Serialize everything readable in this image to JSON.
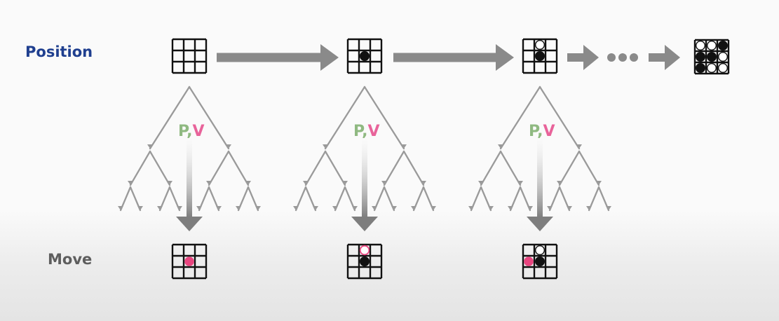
{
  "labels": {
    "position": "Position",
    "move": "Move",
    "policy": "P",
    "separator": ",",
    "value": "V",
    "ellipsis": "•••"
  },
  "colors": {
    "position_label": "#1f3f8f",
    "move_label": "#5e5e5e",
    "arrow": "#8a8a8a",
    "tree": "#9a9a9a",
    "policy": "#8fb981",
    "value": "#e8639a",
    "grid": "#111111",
    "black_stone": "#111111",
    "white_stone": "#ffffff",
    "move_stone": "#e8457f"
  },
  "positions": [
    {
      "stones": []
    },
    {
      "stones": [
        {
          "r": 1,
          "c": 1,
          "color": "black"
        }
      ]
    },
    {
      "stones": [
        {
          "r": 0,
          "c": 1,
          "color": "white"
        },
        {
          "r": 1,
          "c": 1,
          "color": "black"
        }
      ]
    }
  ],
  "final_position": {
    "stones": [
      {
        "r": 0,
        "c": 0,
        "color": "white"
      },
      {
        "r": 0,
        "c": 1,
        "color": "white"
      },
      {
        "r": 0,
        "c": 2,
        "color": "black"
      },
      {
        "r": 1,
        "c": 0,
        "color": "black"
      },
      {
        "r": 1,
        "c": 1,
        "color": "black"
      },
      {
        "r": 1,
        "c": 2,
        "color": "white"
      },
      {
        "r": 2,
        "c": 0,
        "color": "black"
      },
      {
        "r": 2,
        "c": 1,
        "color": "white"
      },
      {
        "r": 2,
        "c": 2,
        "color": "white"
      }
    ]
  },
  "moves": [
    {
      "stones": [],
      "move": {
        "r": 1,
        "c": 1,
        "style": "filled"
      }
    },
    {
      "stones": [
        {
          "r": 1,
          "c": 1,
          "color": "black"
        }
      ],
      "move": {
        "r": 0,
        "c": 1,
        "style": "outline"
      }
    },
    {
      "stones": [
        {
          "r": 0,
          "c": 1,
          "color": "white"
        },
        {
          "r": 1,
          "c": 1,
          "color": "black"
        }
      ],
      "move": {
        "r": 1,
        "c": 0,
        "style": "filled"
      }
    }
  ]
}
